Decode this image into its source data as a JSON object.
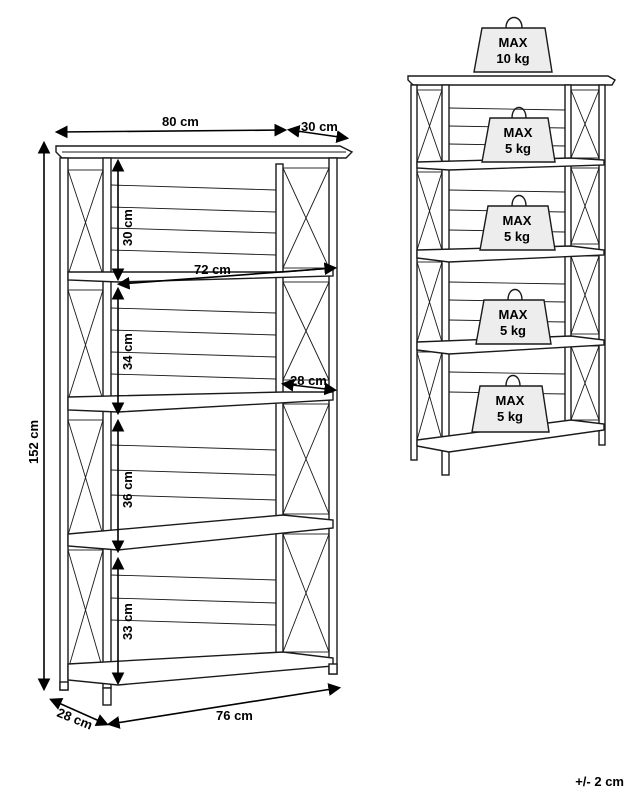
{
  "dimensions": {
    "width_top": "80 cm",
    "depth_top": "30 cm",
    "height_total": "152 cm",
    "shelf_1_height": "30 cm",
    "shelf_2_height": "34 cm",
    "shelf_3_height": "36 cm",
    "shelf_4_height": "33 cm",
    "shelf_inner_width": "72 cm",
    "shelf_inner_depth": "28 cm",
    "base_depth": "28 cm",
    "base_width": "76 cm"
  },
  "weights": [
    {
      "max": "MAX",
      "value": "10 kg"
    },
    {
      "max": "MAX",
      "value": "5 kg"
    },
    {
      "max": "MAX",
      "value": "5 kg"
    },
    {
      "max": "MAX",
      "value": "5 kg"
    },
    {
      "max": "MAX",
      "value": "5 kg"
    }
  ],
  "tolerance": "+/- 2 cm"
}
